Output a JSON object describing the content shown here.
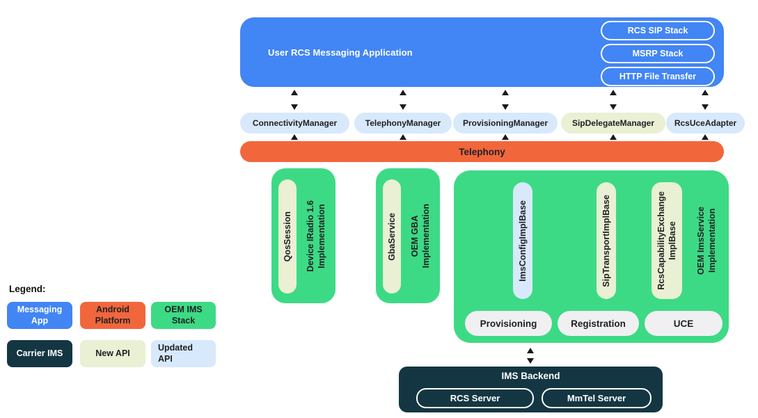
{
  "diagram": {
    "app_box": {
      "title": "User RCS Messaging Application",
      "stack_pills": [
        "RCS SIP Stack",
        "MSRP Stack",
        "HTTP File Transfer"
      ]
    },
    "manager_pills": [
      {
        "label": "ConnectivityManager",
        "api_type": "updated"
      },
      {
        "label": "TelephonyManager",
        "api_type": "updated"
      },
      {
        "label": "ProvisioningManager",
        "api_type": "updated"
      },
      {
        "label": "SipDelegateManager",
        "api_type": "new"
      },
      {
        "label": "RcsUceAdapter",
        "api_type": "updated"
      }
    ],
    "telephony_bar": {
      "label": "Telephony"
    },
    "iradio_box": {
      "api_pill": "QosSession",
      "impl_label": "Device IRadio 1.6\nImplementation"
    },
    "gba_box": {
      "api_pill": "GbaService",
      "impl_label": "OEM GBA\nImplementation"
    },
    "ims_service_box": {
      "api_pills": [
        {
          "label": "ImsConfigImplBase",
          "api_type": "updated"
        },
        {
          "label": "SipTransportImplBase",
          "api_type": "new"
        },
        {
          "label": "RcsCapabilityExchange\nImplBase",
          "api_type": "new"
        }
      ],
      "impl_label": "OEM ImsService\nImplementation",
      "feature_pills": [
        "Provisioning",
        "Registration",
        "UCE"
      ]
    },
    "ims_backend": {
      "title": "IMS Backend",
      "server_pills": [
        "RCS Server",
        "MmTel Server"
      ]
    }
  },
  "legend": {
    "title": "Legend:",
    "items": [
      {
        "label": "Messaging\nApp"
      },
      {
        "label": "Android\nPlatform"
      },
      {
        "label": "OEM IMS\nStack"
      },
      {
        "label": "Carrier IMS"
      },
      {
        "label": "New API"
      },
      {
        "label": "Updated\nAPI"
      }
    ]
  },
  "colors": {
    "messaging_app_blue": "#4285F4",
    "android_platform_orange": "#F2663C",
    "oem_ims_stack_green": "#3DDA85",
    "carrier_ims_dark": "#143642",
    "new_api_yellow_green": "#E9F0D3",
    "updated_api_light_blue": "#D7E9FB",
    "feature_pill_gray": "#F0F0F2"
  }
}
